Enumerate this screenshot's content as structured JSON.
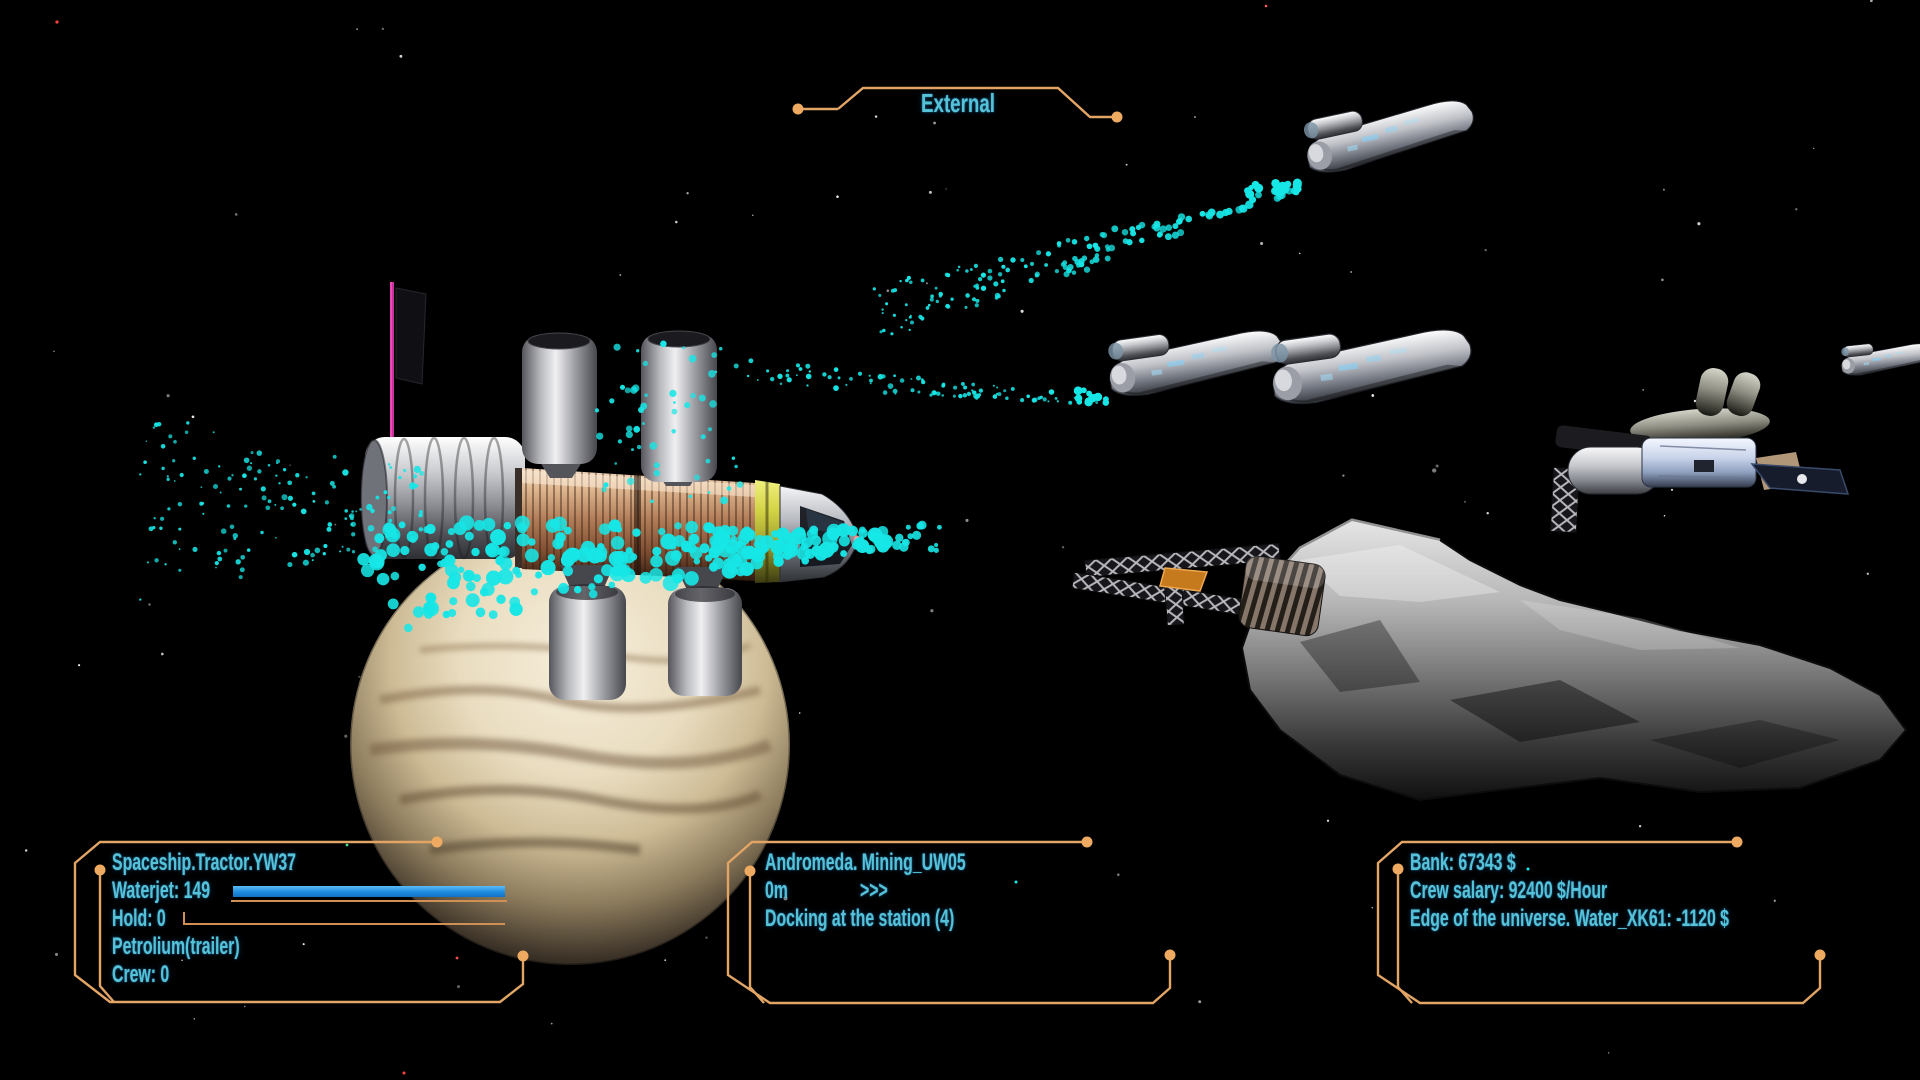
{
  "hud": {
    "view_label": "External",
    "ship_panel": {
      "title": "Spaceship.Tractor.YW37",
      "waterjet_label": "Waterjet:",
      "waterjet_value": "149",
      "waterjet_fill_pct": 100,
      "hold_label": "Hold:",
      "hold_value": "0",
      "hold_fill_pct": 0,
      "cargo": "Petrolium(trailer)",
      "crew_label": "Crew:",
      "crew_value": "0"
    },
    "target_panel": {
      "title": "Andromeda. Mining_UW05",
      "distance": "0m",
      "arrows_icon": ">>>",
      "status": "Docking at the station (4)"
    },
    "finance_panel": {
      "bank": "Bank: 67343 $",
      "crew_salary": "Crew salary: 92400 $/Hour",
      "trade": "Edge of the universe. Water_XK61: -1120 $"
    }
  },
  "colors": {
    "frame_orange": "#e2a566",
    "frame_dot_orange": "#edaa60",
    "hud_text_cyan": "#56c2d8",
    "gauge_blue": "#2196ea",
    "particle_cyan": "#17e6e6"
  }
}
